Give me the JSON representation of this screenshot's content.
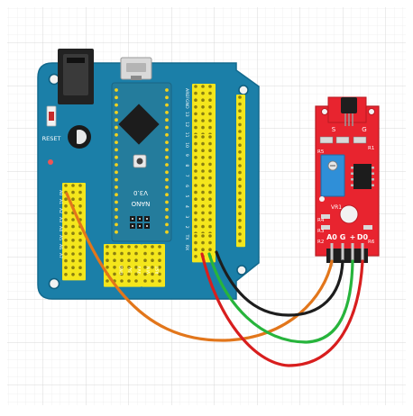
{
  "colors": {
    "grid": "#e4e4e4",
    "grid_major": "#cfcfcf",
    "shield": "#1b7fa8",
    "shield_edge": "#136a8e",
    "header_yellow": "#f4e61c",
    "nano": "#247c9c",
    "sensor": "#e8242f",
    "trimpot": "#2f8fd8",
    "wire_orange": "#e2761b",
    "wire_black": "#1d1d1d",
    "wire_green": "#27b43c",
    "wire_red": "#d81e1e"
  },
  "shield": {
    "reset_label": "RESET",
    "nano_label": "NANO",
    "nano_version": "V3.0",
    "right_labels": [
      "AREF",
      "GND",
      "13",
      "12",
      "11",
      "10",
      "9",
      "8",
      "7",
      "6",
      "5",
      "4",
      "3",
      "2",
      "TX",
      "RX"
    ],
    "left_labels": [
      "A0",
      "A1",
      "A2",
      "A3",
      "A4",
      "A5",
      "A6",
      "A7"
    ],
    "bottom_labels": [
      "GND",
      "5V",
      "3V3",
      "VIN",
      "RST"
    ]
  },
  "sensor": {
    "top_labels": [
      "S",
      "G"
    ],
    "pot_label": "VR1",
    "side_labels": [
      "R5",
      "R4",
      "R3",
      "R2",
      "R1",
      "R6"
    ],
    "pin_labels": [
      "A0",
      "G",
      "+",
      "D0"
    ]
  },
  "wires": [
    "orange",
    "black",
    "green",
    "red"
  ]
}
